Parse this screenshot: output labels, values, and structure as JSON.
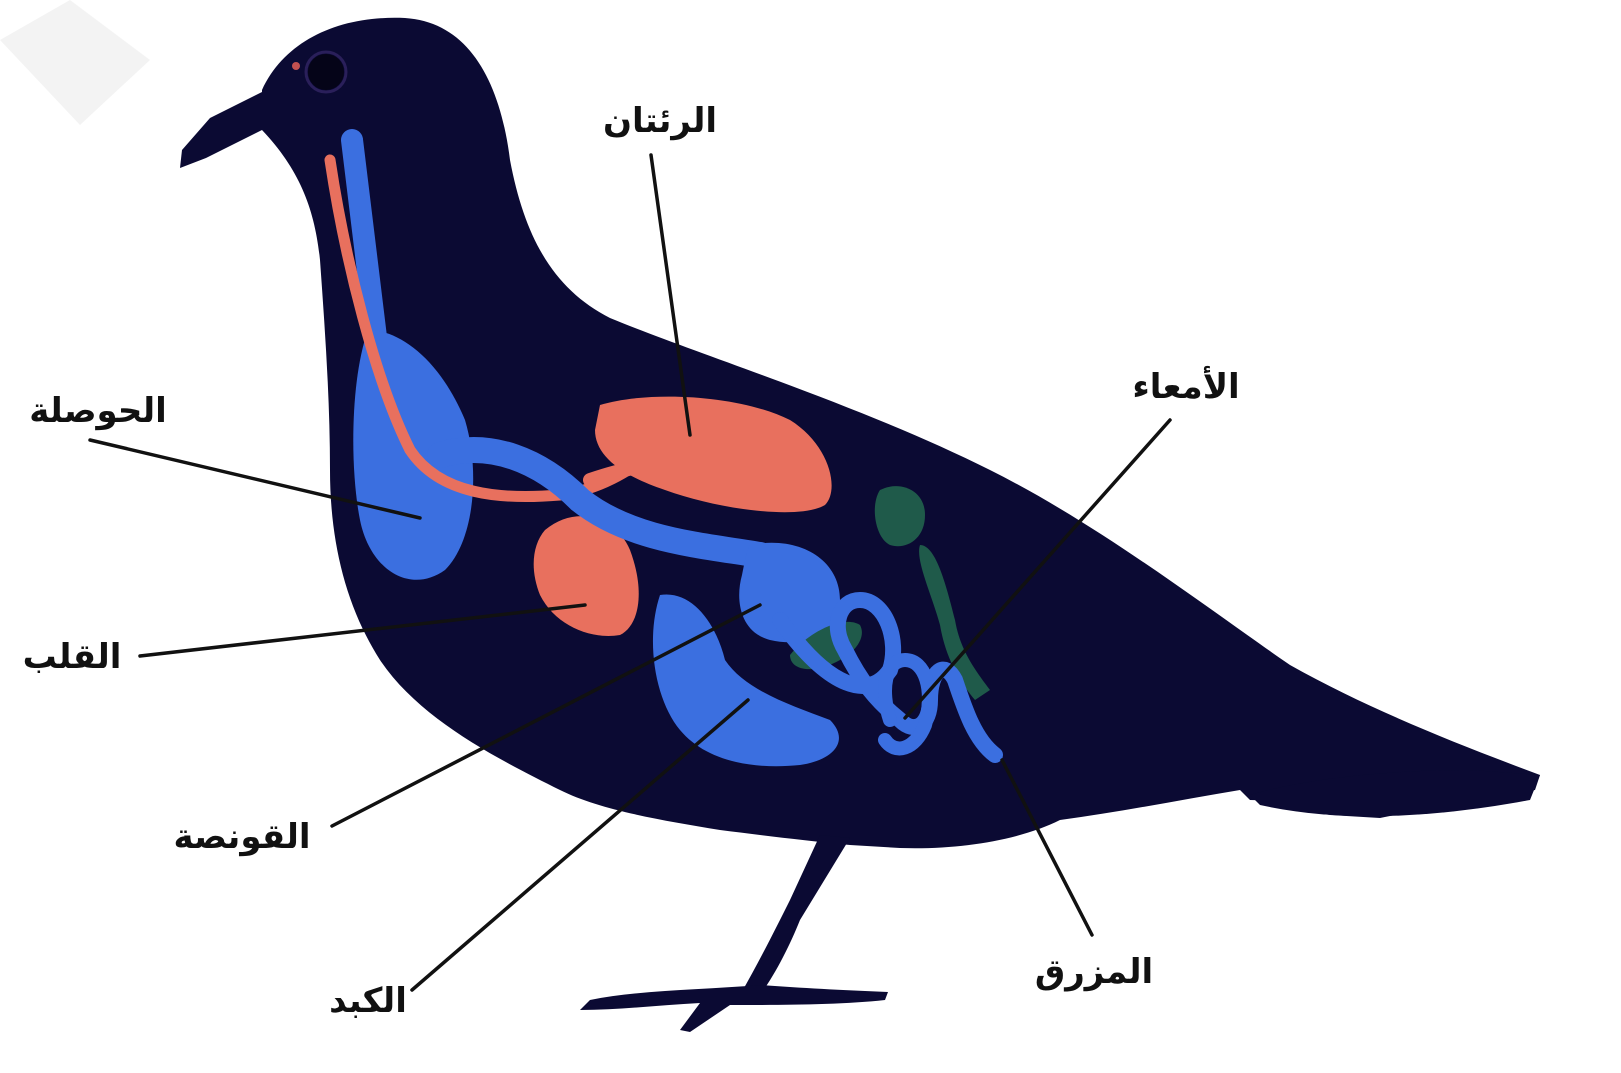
{
  "labels": {
    "lungs": "الرئتان",
    "crop": "الحوصلة",
    "intestines": "الأمعاء",
    "heart": "القلب",
    "gizzard": "القونصة",
    "liver": "الكبد",
    "cloaca": "المزرق"
  },
  "colors": {
    "body": "#0b0a33",
    "digestive": "#3b6fe0",
    "respiratory": "#e8705e",
    "gallbladder": "#1f5a4a",
    "background": "#ffffff",
    "label": "#111111"
  }
}
